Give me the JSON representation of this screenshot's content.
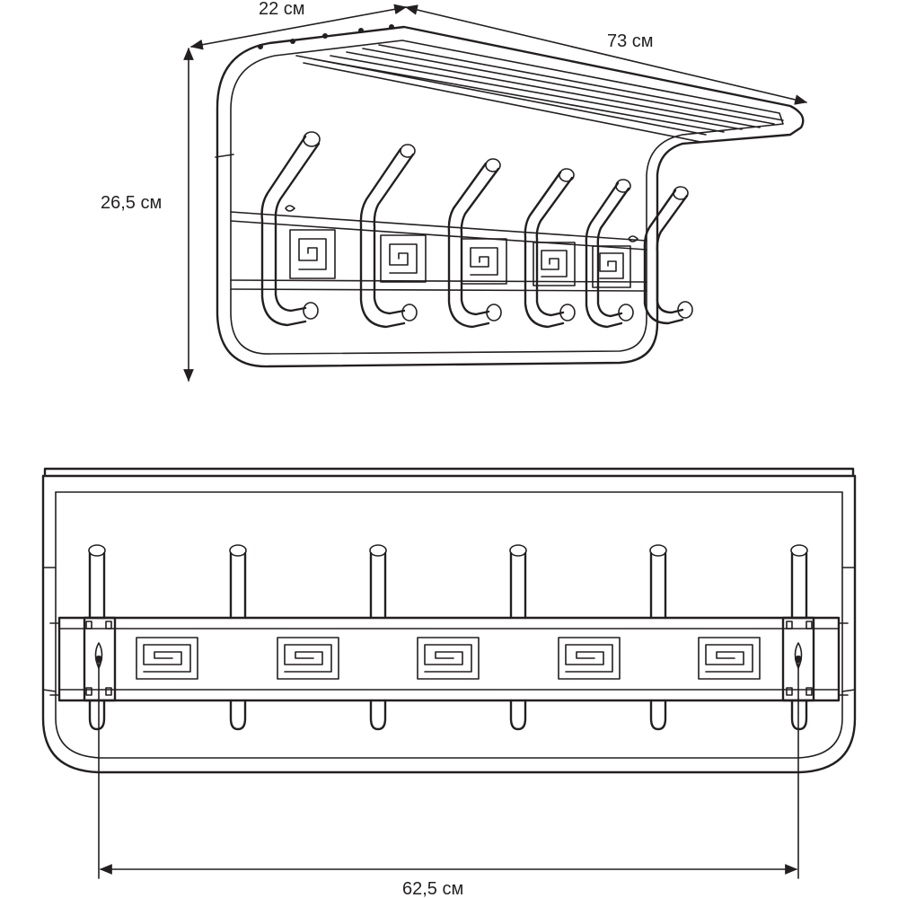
{
  "diagram": {
    "dimensions": {
      "depth": "22 см",
      "width": "73 см",
      "height": "26,5 см",
      "mount_distance": "62,5 см"
    },
    "views": [
      {
        "name": "perspective-view",
        "hooks": 6,
        "ornaments": 5
      },
      {
        "name": "front-view",
        "hooks": 6,
        "ornaments": 5
      }
    ],
    "colors": {
      "line": "#231f20",
      "background": "#ffffff"
    }
  }
}
